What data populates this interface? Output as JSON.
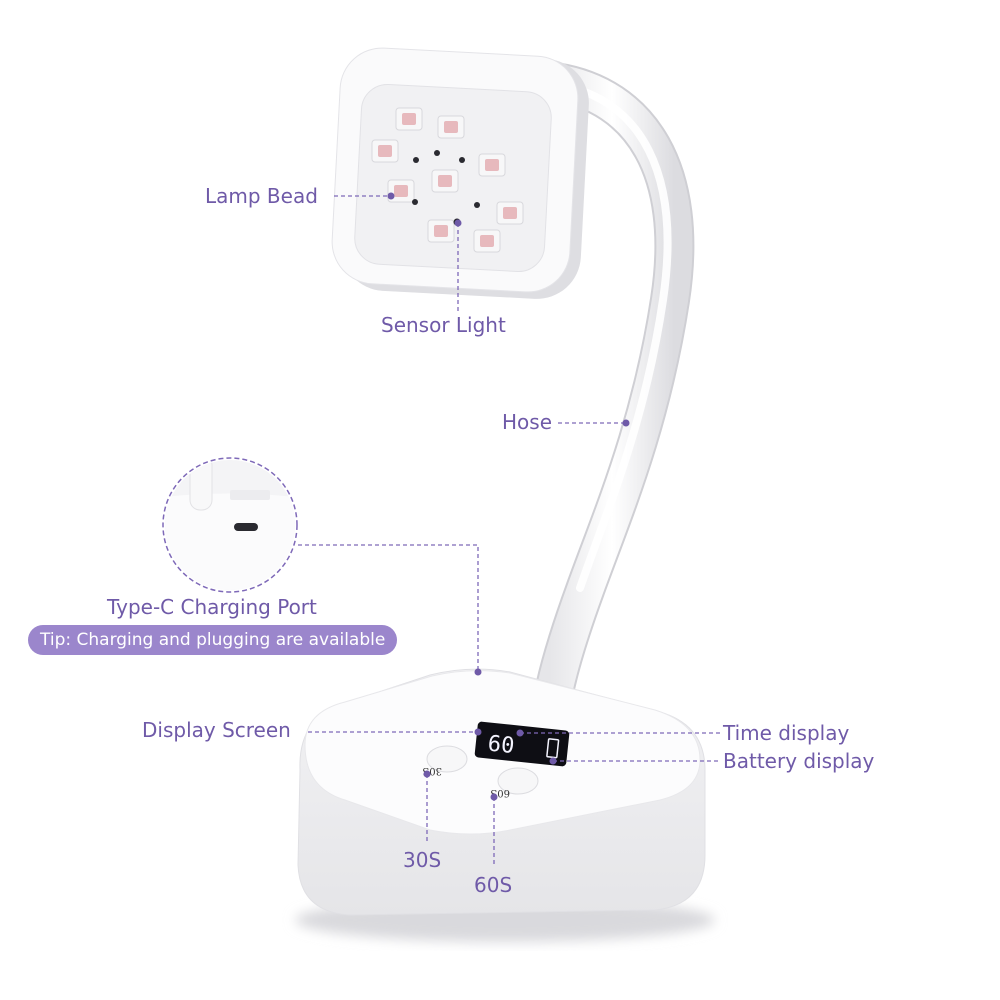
{
  "callouts": {
    "lamp_bead": "Lamp Bead",
    "sensor_light": "Sensor Light",
    "hose": "Hose",
    "type_c_port": "Type-C Charging Port",
    "tip": "Tip: Charging and plugging are available",
    "display_screen": "Display Screen",
    "time_display": "Time display",
    "battery_display": "Battery display",
    "btn_30s": "30S",
    "btn_60s": "60S"
  },
  "device": {
    "button_30_label": "30S",
    "button_60_label": "60S",
    "display_value": "60"
  },
  "colors": {
    "accent": "#6f5aa8",
    "tip_background": "#9b86cc",
    "device_white": "#ffffff",
    "screen": "#0e0e14",
    "bead": "#e7b9bd"
  }
}
